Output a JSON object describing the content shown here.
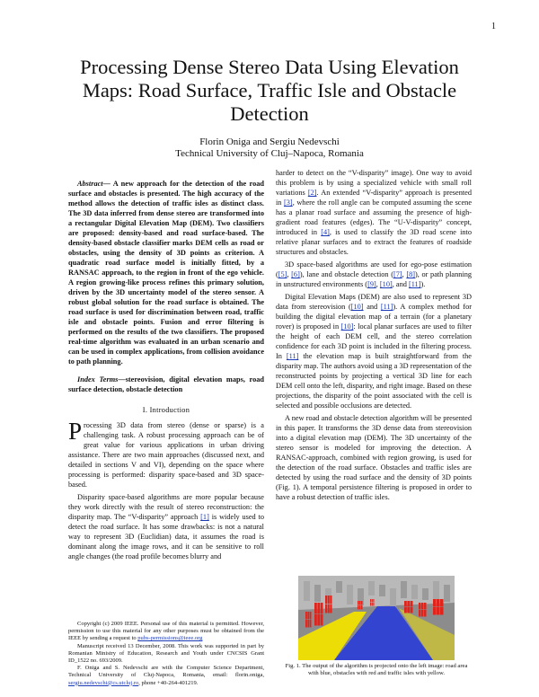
{
  "page_number": "1",
  "title": "Processing Dense Stereo Data Using Elevation Maps: Road Surface, Traffic Isle and Obstacle Detection",
  "authors": "Florin Oniga and Sergiu Nedevschi",
  "affiliation": "Technical University of Cluj–Napoca, Romania",
  "abstract": {
    "label": "Abstract",
    "text": "A new approach for the detection of the road surface and obstacles is presented. The high accuracy of the method allows the detection of traffic isles as distinct class. The 3D data inferred from dense stereo are transformed into a rectangular Digital Elevation Map (DEM). Two classifiers are proposed: density-based and road surface-based. The density-based obstacle classifier marks DEM cells as road or obstacles, using the density of 3D points as criterion. A quadratic road surface model is initially fitted, by a RANSAC approach, to the region in front of the ego vehicle. A region growing-like process refines this primary solution, driven by the 3D uncertainty model of the stereo sensor. A robust global solution for the road surface is obtained. The road surface is used for discrimination between road, traffic isle and obstacle points. Fusion and error filtering is performed on the results of the two classifiers. The proposed real-time algorithm was evaluated in an urban scenario and can be used in complex applications, from collision avoidance to path planning."
  },
  "index_terms": {
    "label": "Index Terms",
    "text": "stereovision, digital elevation maps, road surface detection, obstacle detection"
  },
  "section1_heading": "I.  Introduction",
  "left_col": {
    "p1_dropcap": "P",
    "p1": "rocessing 3D data from stereo (dense or sparse) is a challenging task. A robust processing approach can be of great value for various applications in urban driving assistance. There are two main approaches (discussed next, and detailed in sections V and VI), depending on the space where processing is performed: disparity space-based and 3D space-based.",
    "p2_a": "Disparity space-based algorithms are more popular because they work directly with the result of stereo reconstruction: the disparity map. The “V-disparity” approach",
    "p2_ref": "[1]",
    "p2_b": "is widely used to detect the road surface. It has some drawbacks: is not a natural way to represent 3D (Euclidian) data, it assumes the road is dominant along the image rows, and it can be sensitive to roll angle changes (the road profile becomes blurry and"
  },
  "right_col": {
    "p1_a": "harder to detect on the “V-disparity” image). One way to avoid this problem is by using a specialized vehicle with small roll variations",
    "p1_ref1": "[2]",
    "p1_b": ". An extended “V-disparity” approach is presented in",
    "p1_ref2": "[3]",
    "p1_c": ", where the roll angle can be computed assuming the scene has a planar road surface and assuming the presence of high-gradient road features (edges). The “U-V-disparity” concept, introduced in",
    "p1_ref3": "[4]",
    "p1_d": ", is used to classify the 3D road scene into relative planar surfaces and to extract the features of roadside structures and obstacles.",
    "p2_a": "3D space-based algorithms are used for ego-pose estimation (",
    "p2_ref1": "[5]",
    "p2_sep1": ", ",
    "p2_ref2": "[6]",
    "p2_b": "), lane and obstacle detection (",
    "p2_ref3": "[7]",
    "p2_sep2": ", ",
    "p2_ref4": "[8]",
    "p2_c": "), or path planning in unstructured environments (",
    "p2_ref5": "[9]",
    "p2_sep3": ", ",
    "p2_ref6": "[10]",
    "p2_sep4": ", and ",
    "p2_ref7": "[11]",
    "p2_d": ").",
    "p3_a": "Digital Elevation Maps (DEM) are also used to represent 3D data from stereovision (",
    "p3_ref1": "[10]",
    "p3_sep1": " and ",
    "p3_ref2": "[11]",
    "p3_b": "). A complex method for building the digital elevation map of a terrain (for a planetary rover) is proposed in",
    "p3_ref3": "[10]",
    "p3_c": ": local planar surfaces are used to filter the height of each DEM cell, and the stereo correlation confidence for each 3D point is included in the filtering process. In",
    "p3_ref4": "[11]",
    "p3_d": "the elevation map is built straightforward from the disparity map. The authors avoid using a 3D representation of the reconstructed points by projecting a vertical 3D line for each DEM cell onto the left, disparity, and right image. Based on these projections, the disparity of the point associated with the cell is selected and possible occlusions are detected.",
    "p4": "A new road and obstacle detection algorithm will be presented in this paper. It transforms the 3D dense data from stereovision into a digital elevation map (DEM). The 3D uncertainty of the stereo sensor is modeled for improving the detection. A RANSAC-approach, combined with region growing, is used for the detection of the road surface. Obstacles and traffic isles are detected by using the road surface and the density of 3D points (Fig. 1). A temporal persistence filtering is proposed in order to have a robust detection of traffic isles."
  },
  "footnotes": {
    "f1_a": "Copyright (c) 2009 IEEE. Personal use of this material is permitted. However, permission to use this material for any other purposes must be obtained from the IEEE by sending a request to",
    "f1_email": "pubs-permissions@ieee.org",
    "f2": "Manuscript received 13 December, 2008. This work was supported in part by Romanian Ministry of Education, Research and Youth under CNCSIS Grant ID_1522 no. 693/2009.",
    "f3_a": "F. Oniga and S. Nedevschi are with the Computer Science Department, Technical University of Cluj-Napoca, Romania, email: florin.oniga,",
    "f3_email": "sergiu.nedevschi@cs.utcluj.ro",
    "f3_b": ", phone +40-264-401219."
  },
  "figure": {
    "caption": "Fig. 1. The output of the algorithm is projected onto the left image: road area with blue, obstacles with red and traffic isles with yellow.",
    "colors": {
      "road": "#2b3fd6",
      "obstacle": "#e0241b",
      "isle": "#f2e200",
      "scene": "#8c8c8c"
    }
  }
}
